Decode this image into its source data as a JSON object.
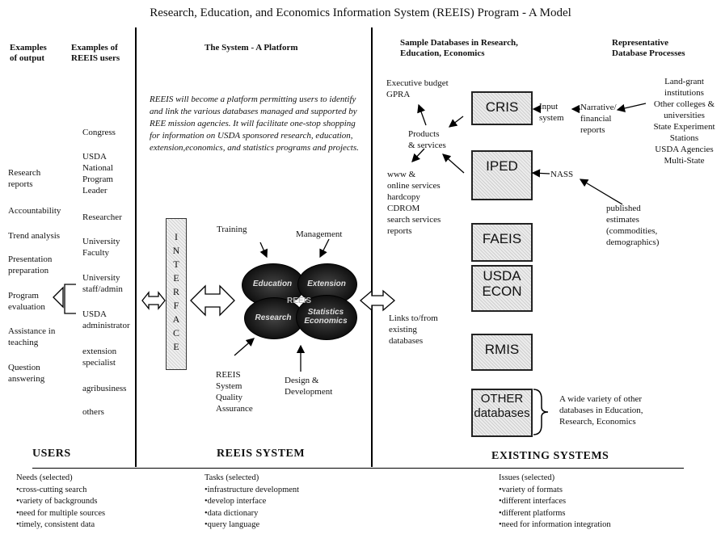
{
  "title": "Research, Education, and Economics Information System (REEIS) Program - A Model",
  "left": {
    "output_header": "Examples\nof output",
    "users_header": "Examples of\nREEIS users",
    "outputs": [
      "Research reports",
      "Accountability",
      "Trend analysis",
      "Presentation preparation",
      "Program evaluation",
      "Assistance in teaching",
      "Question answering"
    ],
    "users": [
      "Congress",
      "USDA National Program Leader",
      "Researcher",
      "University Faculty",
      "University staff/admin",
      "USDA administrator",
      "extension specialist",
      "agribusiness",
      "others"
    ],
    "section_label": "USERS"
  },
  "center": {
    "header": "The System - A Platform",
    "description": "REEIS will become a platform permitting users to identify and link the various databases managed and supported by REE mission agencies. It will facilitate one-stop shopping for information on USDA sponsored research, education, extension,economics, and statistics programs and projects.",
    "interface_letters": [
      "I",
      "N",
      "T",
      "E",
      "R",
      "F",
      "A",
      "C",
      "E"
    ],
    "training": "Training",
    "management": "Management",
    "blobs": [
      "Education",
      "Extension",
      "Research",
      "Statistics Economics"
    ],
    "center_label": "REEIS",
    "quality": "REEIS System Quality Assurance",
    "design": "Design & Development",
    "section_label": "REEIS SYSTEM"
  },
  "right": {
    "db_header": "Sample Databases in Research, Education, Economics",
    "proc_header": "Representative Database Processes",
    "exec_budget": "Executive budget\nGPRA",
    "products": "Products\n& services",
    "www_services": "www &\nonline services\nhardcopy\nCDROM\nsearch services\nreports",
    "links": "Links to/from existing databases",
    "databases": [
      "CRIS",
      "IPED",
      "FAEIS",
      "USDA ECON",
      "RMIS",
      "OTHER databases"
    ],
    "input_system": "Input\nsystem",
    "narrative": "Narrative/\nfinancial\nreports",
    "institutions": "Land-grant\ninstitutions\nOther colleges &\nuniversities\nState Experiment\nStations\nUSDA Agencies\nMulti-State",
    "nass": "NASS",
    "published": "published\nestimates\n(commodities,\ndemographics)",
    "other_note": "A wide variety of other databases in Education, Research, Economics",
    "section_label": "EXISTING SYSTEMS"
  },
  "bottom": {
    "needs_header": "Needs (selected)",
    "needs": [
      "•cross-cutting search",
      "•variety of backgrounds",
      "•need for multiple sources",
      "•timely, consistent data"
    ],
    "tasks_header": "Tasks (selected)",
    "tasks": [
      "•infrastructure development",
      "•develop interface",
      "•data dictionary",
      "•query language"
    ],
    "issues_header": "Issues (selected)",
    "issues": [
      "•variety of formats",
      "•different interfaces",
      "•different platforms",
      "•need for information integration"
    ]
  }
}
